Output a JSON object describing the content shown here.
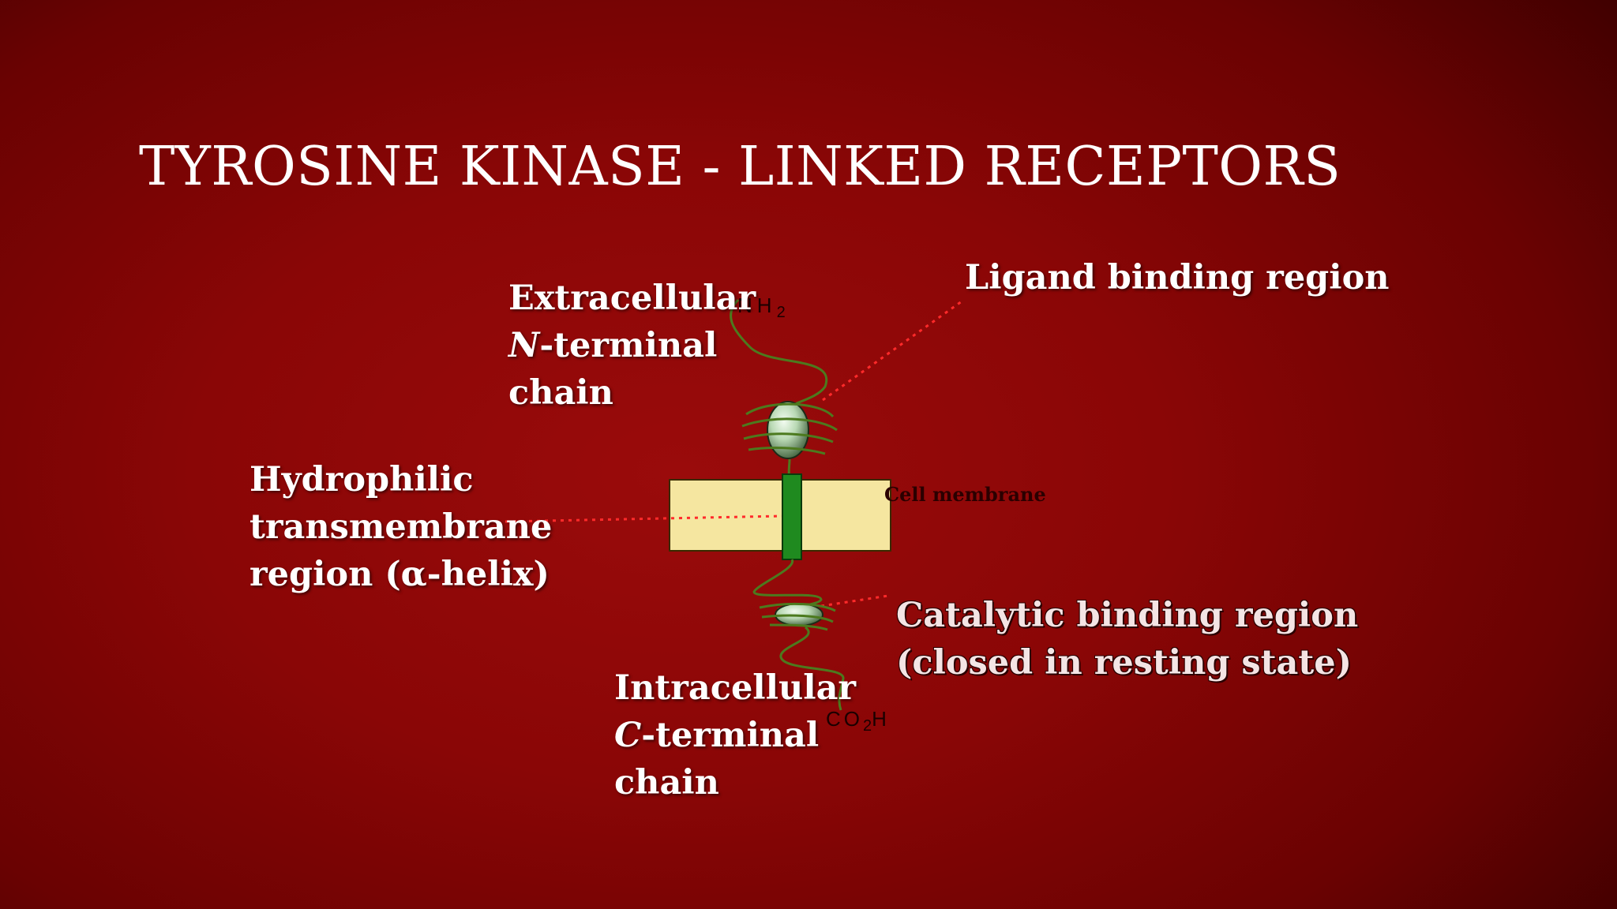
{
  "slide": {
    "title": "TYROSINE KINASE - LINKED RECEPTORS"
  },
  "labels": {
    "extracellular": {
      "line1": "Extracellular",
      "line2_italic": "N",
      "line2_rest": "-terminal",
      "line3": "chain"
    },
    "ligand_binding": "Ligand binding region",
    "hydrophilic": {
      "line1": "Hydrophilic",
      "line2": "transmembrane",
      "line3": "region (α-helix)"
    },
    "cell_membrane": "Cell membrane",
    "catalytic": {
      "line1": "Catalytic binding region",
      "line2": "(closed in resting state)"
    },
    "intracellular": {
      "line1": "Intracellular",
      "line2_italic": "C",
      "line2_rest": "-terminal",
      "line3": "chain"
    },
    "nh2": {
      "main": "NH",
      "sub": "2"
    },
    "co2h": {
      "pre": "CO",
      "sub": "2",
      "post": "H"
    }
  },
  "colors": {
    "membrane": "#f5e6a0",
    "transmembrane_helix": "#1f8a1f",
    "chain": "#4c7a1e",
    "pointer": "#ff2a2a"
  },
  "icons": {
    "ligand_domain": "green-ellipsoid-domain",
    "catalytic_domain": "green-ellipsoid-domain"
  }
}
